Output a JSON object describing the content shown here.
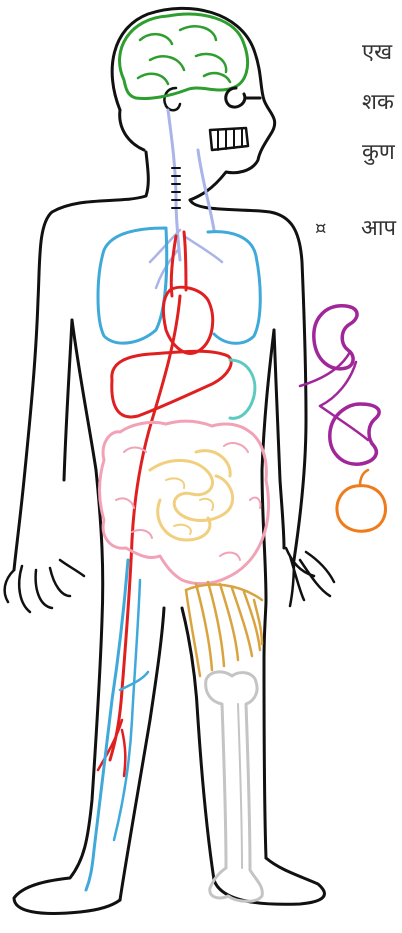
{
  "text_fragments": [
    "एख",
    "शक",
    "कुण"
  ],
  "bullet": {
    "symbol": "¤",
    "text": "आप"
  },
  "figure": {
    "organs": [
      {
        "name": "brain",
        "color": "#2e9e2e"
      },
      {
        "name": "spinal-cord",
        "color": "#aab4e8"
      },
      {
        "name": "lungs",
        "color": "#3fa9d9"
      },
      {
        "name": "heart",
        "color": "#e02020"
      },
      {
        "name": "liver",
        "color": "#e02020"
      },
      {
        "name": "stomach",
        "color": "#5ccac0"
      },
      {
        "name": "large-intestine",
        "color": "#f2a2b6"
      },
      {
        "name": "small-intestine",
        "color": "#f1cf7e"
      },
      {
        "name": "kidneys",
        "color": "#a0269a"
      },
      {
        "name": "bladder",
        "color": "#ef7b1a"
      },
      {
        "name": "muscle",
        "color": "#d9a440"
      },
      {
        "name": "bones",
        "color": "#c4c4c4"
      },
      {
        "name": "artery",
        "color": "#e02020"
      },
      {
        "name": "vein",
        "color": "#3fa9d9"
      }
    ]
  }
}
